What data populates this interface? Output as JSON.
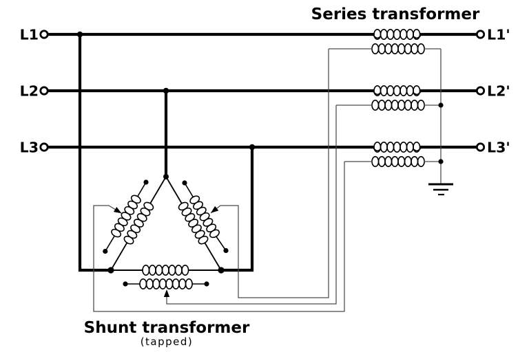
{
  "diagram": {
    "series_transformer": {
      "title": "Series transformer"
    },
    "shunt_transformer": {
      "title": "Shunt transformer",
      "subtitle": "(tapped)"
    },
    "input_terminals": [
      {
        "label": "L1"
      },
      {
        "label": "L2"
      },
      {
        "label": "L3"
      }
    ],
    "output_terminals": [
      {
        "label": "L1'"
      },
      {
        "label": "L2'"
      },
      {
        "label": "L3'"
      }
    ],
    "ground": {
      "icon": "earth-ground-icon"
    },
    "colors": {
      "background": "#ffffff",
      "ink": "#000000",
      "thin_wire": "#4a4a4a"
    }
  }
}
